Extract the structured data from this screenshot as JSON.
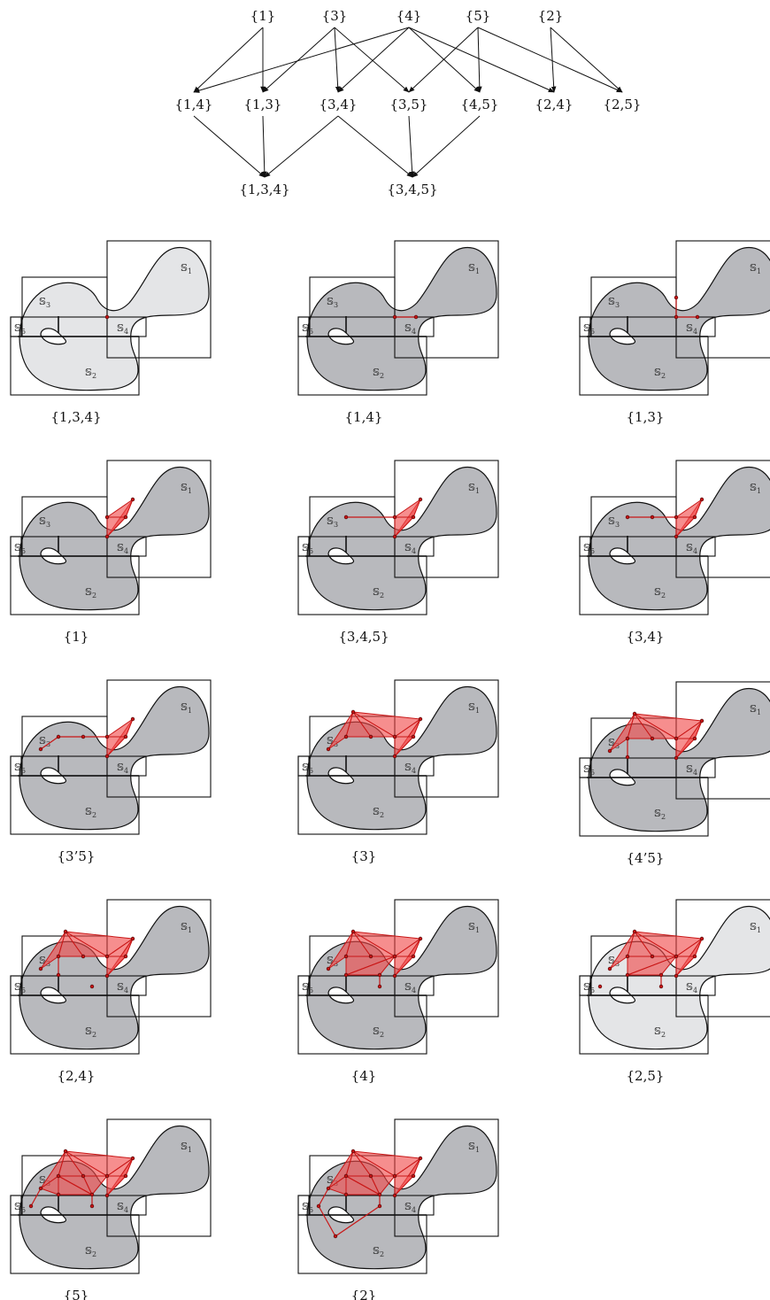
{
  "lattice": {
    "levels": [
      [
        "{1}",
        "{3}",
        "{4}",
        "{5}",
        "{2}"
      ],
      [
        "{1,4}",
        "{1,3}",
        "{3,4}",
        "{3,5}",
        "{4,5}",
        "{2,4}",
        "{2,5}"
      ],
      [
        "{1,3,4}",
        "{3,4,5}"
      ]
    ],
    "edges": [
      [
        "{1}",
        "{1,4}"
      ],
      [
        "{1}",
        "{1,3}"
      ],
      [
        "{3}",
        "{1,3}"
      ],
      [
        "{3}",
        "{3,4}"
      ],
      [
        "{3}",
        "{3,5}"
      ],
      [
        "{4}",
        "{1,4}"
      ],
      [
        "{4}",
        "{3,4}"
      ],
      [
        "{4}",
        "{4,5}"
      ],
      [
        "{4}",
        "{2,4}"
      ],
      [
        "{5}",
        "{3,5}"
      ],
      [
        "{5}",
        "{4,5}"
      ],
      [
        "{5}",
        "{2,5}"
      ],
      [
        "{2}",
        "{2,4}"
      ],
      [
        "{2}",
        "{2,5}"
      ],
      [
        "{1,4}",
        "{1,3,4}"
      ],
      [
        "{1,3}",
        "{1,3,4}"
      ],
      [
        "{3,4}",
        "{1,3,4}"
      ],
      [
        "{3,4}",
        "{3,4,5}"
      ],
      [
        "{3,5}",
        "{3,4,5}"
      ],
      [
        "{4,5}",
        "{3,4,5}"
      ]
    ]
  },
  "region_labels": [
    "S1",
    "S2",
    "S3",
    "S4",
    "S5"
  ],
  "panels": [
    {
      "caption": "{1,3,4}",
      "stage": 0,
      "light": true
    },
    {
      "caption": "{1,4}",
      "stage": 1,
      "light": false
    },
    {
      "caption": "{1,3}",
      "stage": 2,
      "light": false
    },
    {
      "caption": "{1}",
      "stage": 3,
      "light": false
    },
    {
      "caption": "{3,4,5}",
      "stage": 4,
      "light": false
    },
    {
      "caption": "{3,4}",
      "stage": 5,
      "light": false
    },
    {
      "caption": "{3’5}",
      "stage": 6,
      "light": false
    },
    {
      "caption": "{3}",
      "stage": 7,
      "light": false
    },
    {
      "caption": "{4’5}",
      "stage": 8,
      "light": false
    },
    {
      "caption": "{2,4}",
      "stage": 9,
      "light": false
    },
    {
      "caption": "{4}",
      "stage": 10,
      "light": false
    },
    {
      "caption": "{2,5}",
      "stage": 11,
      "light": true
    },
    {
      "caption": "{5}",
      "stage": 12,
      "light": false
    },
    {
      "caption": "{2}",
      "stage": 13,
      "light": false
    }
  ],
  "colors": {
    "region_dark": "#b8b9bd",
    "region_light": "#e4e5e7",
    "complex_fill": "#f04848",
    "complex_edge": "#c81616"
  }
}
